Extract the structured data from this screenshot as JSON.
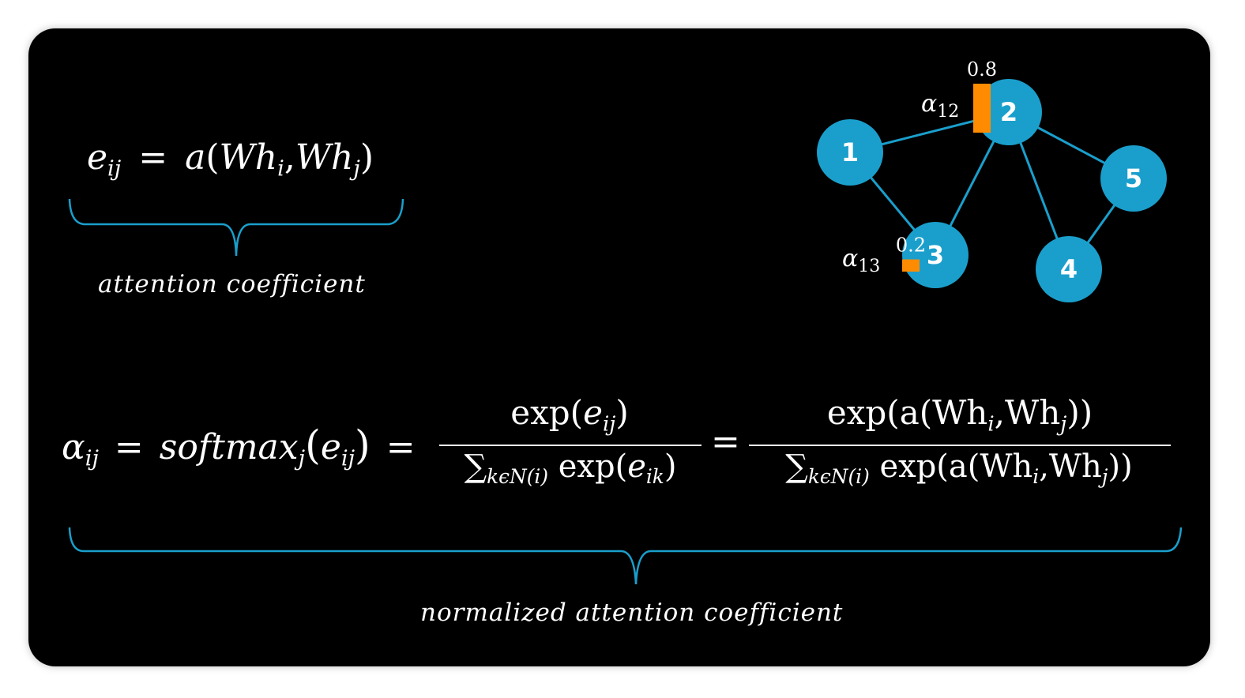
{
  "formula1": {
    "lhs_var": "e",
    "lhs_sub": "ij",
    "equals": "=",
    "func": "a",
    "open": "(",
    "w1": "Wh",
    "w1_sub": "i",
    "comma": ",",
    "w2": "Wh",
    "w2_sub": "j",
    "close": ")"
  },
  "caption1": "attention coefficient",
  "formula2": {
    "lhs_var": "α",
    "lhs_sub": "ij",
    "eq1": "=",
    "softmax": "softmax",
    "softmax_sub": "j",
    "softmax_arg_open": "(",
    "softmax_arg_var": "e",
    "softmax_arg_sub": "ij",
    "softmax_arg_close": ")",
    "eq2": "=",
    "frac1_num_func": "exp(",
    "frac1_num_var": "e",
    "frac1_num_sub": "ij",
    "frac1_num_close": ")",
    "frac1_den_sum": "∑",
    "frac1_den_sum_sub": "kϵN(i)",
    "frac1_den_func": "exp(",
    "frac1_den_var": "e",
    "frac1_den_sub": "ik",
    "frac1_den_close": ")",
    "eq3": "=",
    "frac2_num": {
      "pre": "exp(a(Wh",
      "s1": "i",
      "mid": ",Wh",
      "s2": "j",
      "post": "))"
    },
    "frac2_den": {
      "sum": "∑",
      "sum_sub": "kϵN(i)",
      "pre": "exp(a(Wh",
      "s1": "i",
      "mid": ",Wh",
      "s2": "j",
      "post": "))"
    }
  },
  "caption2": "normalized attention coefficient",
  "graph": {
    "node_color": "#1a9fcc",
    "edge_color": "#1a9fcc",
    "bar_color": "#ff8c00",
    "nodes": [
      {
        "id": "1",
        "label": "1"
      },
      {
        "id": "2",
        "label": "2"
      },
      {
        "id": "3",
        "label": "3"
      },
      {
        "id": "4",
        "label": "4"
      },
      {
        "id": "5",
        "label": "5"
      }
    ],
    "edges": [
      [
        "1",
        "2"
      ],
      [
        "1",
        "3"
      ],
      [
        "2",
        "3"
      ],
      [
        "2",
        "4"
      ],
      [
        "2",
        "5"
      ],
      [
        "4",
        "5"
      ]
    ],
    "attention_bars": [
      {
        "edge": "1-2",
        "label_var": "α",
        "label_sub": "12",
        "value": 0.8,
        "value_label": "0.8"
      },
      {
        "edge": "1-3",
        "label_var": "α",
        "label_sub": "13",
        "value": 0.2,
        "value_label": "0.2"
      }
    ]
  },
  "accent_color": "#1a9fcc"
}
